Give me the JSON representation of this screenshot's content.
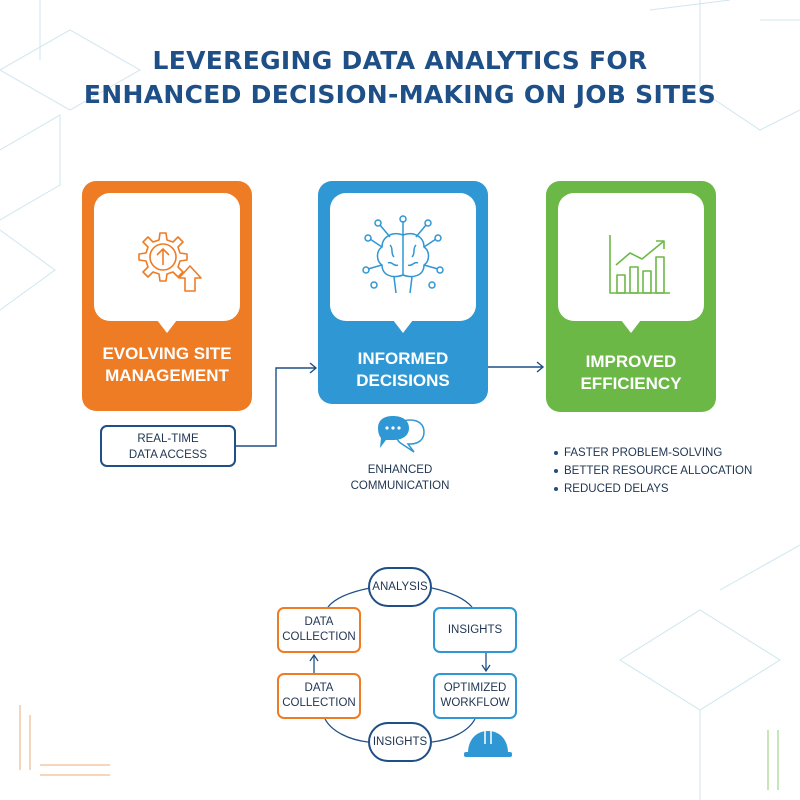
{
  "title": {
    "line1": "LEVEREGING DATA ANALYTICS FOR",
    "line2": "ENHANCED DECISION-MAKING ON JOB SITES"
  },
  "cards": [
    {
      "line1": "EVOLVING SITE",
      "line2": "MANAGEMENT",
      "color": "#ee7c25",
      "icon": "gear-upload-icon"
    },
    {
      "line1": "INFORMED",
      "line2": "DECISIONS",
      "color": "#2f97d4",
      "icon": "brain-network-icon"
    },
    {
      "line1": "IMPROVED",
      "line2": "EFFICIENCY",
      "color": "#6cb847",
      "icon": "bar-chart-trend-icon"
    }
  ],
  "callout": {
    "line1": "REAL-TIME",
    "line2": "DATA ACCESS"
  },
  "communication": {
    "line1": "ENHANCED",
    "line2": "COMMUNICATION",
    "icon": "chat-bubbles-icon"
  },
  "benefits": [
    "FASTER PROBLEM-SOLVING",
    "BETTER RESOURCE ALLOCATION",
    "REDUCED DELAYS"
  ],
  "cycle": {
    "analysis": "ANALYSIS",
    "insights_bottom": "INSIGHTS",
    "data_collection_top": {
      "line1": "DATA",
      "line2": "COLLECTION"
    },
    "data_collection_bottom": {
      "line1": "DATA",
      "line2": "COLLECTION"
    },
    "insights_right": "INSIGHTS",
    "optimized_workflow": {
      "line1": "OPTIMIZED",
      "line2": "WORKFLOW"
    },
    "icon": "hard-hat-icon"
  },
  "colors": {
    "navy": "#1e4f86",
    "orange": "#ee7c25",
    "blue": "#2f97d4",
    "green": "#6cb847"
  }
}
